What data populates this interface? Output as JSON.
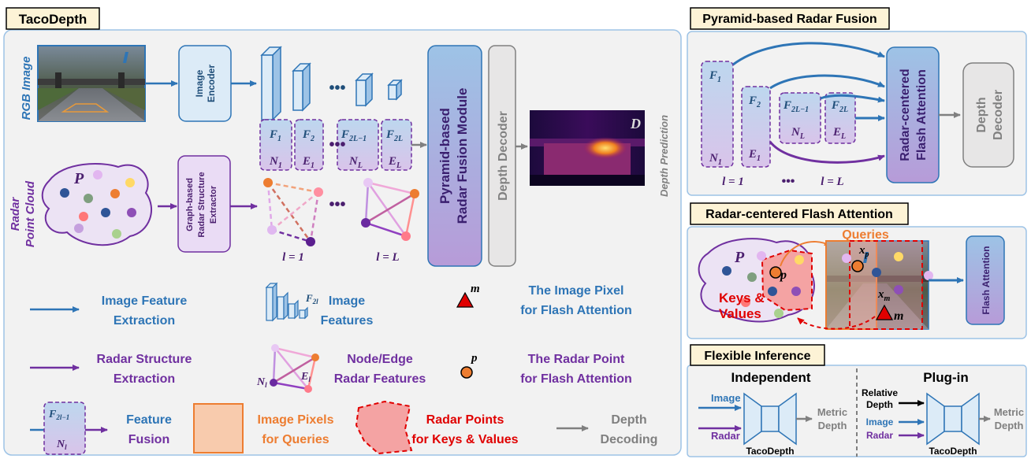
{
  "main": {
    "title": "TacoDepth",
    "rgb_label": "RGB Image",
    "radar_label_1": "Radar",
    "radar_label_2": "Point Cloud",
    "image_encoder_1": "Image",
    "image_encoder_2": "Encoder",
    "graph_extractor_1": "Graph-based",
    "graph_extractor_2": "Radar Structure",
    "graph_extractor_3": "Extractor",
    "fusion_module_1": "Pyramid-based",
    "fusion_module_2": "Radar Fusion Module",
    "depth_decoder": "Depth Decoder",
    "depth_prediction": "Depth Prediction",
    "depth_symbol": "D",
    "cloud_symbol": "P",
    "ellipsis": "•••",
    "feat_F1": "F",
    "feat_F1_sub": "1",
    "feat_N1": "N",
    "feat_N1_sub": "1",
    "feat_F2": "F",
    "feat_F2_sub": "2",
    "feat_E1": "E",
    "feat_E1_sub": "1",
    "feat_F2Lm1": "F",
    "feat_F2Lm1_sub": "2L−1",
    "feat_NL": "N",
    "feat_NL_sub": "L",
    "feat_F2L": "F",
    "feat_F2L_sub": "2L",
    "feat_EL": "E",
    "feat_EL_sub": "L",
    "level_1": "l = 1",
    "level_L": "l = L"
  },
  "legend": {
    "image_feature_extraction_1": "Image Feature",
    "image_feature_extraction_2": "Extraction",
    "image_features_1": "Image",
    "image_features_2": "Features",
    "image_features_sym": "F",
    "image_features_sub": "2l",
    "image_pixel_sym": "m",
    "image_pixel_1": "The Image Pixel",
    "image_pixel_2": "for Flash Attention",
    "radar_structure_1": "Radar Structure",
    "radar_structure_2": "Extraction",
    "node_sym": "N",
    "node_sub": "l",
    "edge_sym": "E",
    "edge_sub": "l",
    "node_edge_1": "Node/Edge",
    "node_edge_2": "Radar Features",
    "radar_point_sym": "p",
    "radar_point_1": "The Radar Point",
    "radar_point_2": "for Flash Attention",
    "fusion_box_top": "F",
    "fusion_box_top_sub": "2l−1",
    "fusion_box_bottom": "N",
    "fusion_box_bottom_sub": "l",
    "feature_fusion_1": "Feature",
    "feature_fusion_2": "Fusion",
    "image_pixels_1": "Image Pixels",
    "image_pixels_2": "for Queries",
    "radar_points_1": "Radar Points",
    "radar_points_2": "for Keys & Values",
    "depth_decoding_1": "Depth",
    "depth_decoding_2": "Decoding"
  },
  "pyramid": {
    "title": "Pyramid-based Radar Fusion",
    "F1": "F",
    "F1_sub": "1",
    "N1": "N",
    "N1_sub": "1",
    "F2": "F",
    "F2_sub": "2",
    "E1": "E",
    "E1_sub": "1",
    "F2Lm1": "F",
    "F2Lm1_sub": "2L−1",
    "NL": "N",
    "NL_sub": "L",
    "F2L": "F",
    "F2L_sub": "2L",
    "EL": "E",
    "EL_sub": "L",
    "level_1": "l = 1",
    "ellipsis": "•••",
    "level_L": "l = L",
    "attention_1": "Radar-centered",
    "attention_2": "Flash Attention",
    "decoder_1": "Depth",
    "decoder_2": "Decoder"
  },
  "flash": {
    "title": "Radar-centered Flash Attention",
    "cloud_symbol": "P",
    "queries": "Queries",
    "keys_1": "Keys &",
    "keys_2": "Values",
    "p_sym": "p",
    "xp": "x",
    "xp_sub": "p",
    "xm": "x",
    "xm_sub": "m",
    "m_sym": "m",
    "flash_attention": "Flash Attention"
  },
  "inference": {
    "title": "Flexible Inference",
    "independent": "Independent",
    "plugin": "Plug-in",
    "image": "Image",
    "radar": "Radar",
    "metric_1": "Metric",
    "metric_2": "Depth",
    "model": "TacoDepth",
    "relative_1": "Relative",
    "relative_2": "Depth",
    "image_2": "Image",
    "radar_2": "Radar",
    "metric_b1": "Metric",
    "metric_b2": "Depth",
    "model_2": "TacoDepth"
  },
  "colors": {
    "blue": "#2e75b6",
    "purple": "#7030a0",
    "orange": "#ed7d31",
    "red": "#e00000",
    "gray": "#808080"
  }
}
